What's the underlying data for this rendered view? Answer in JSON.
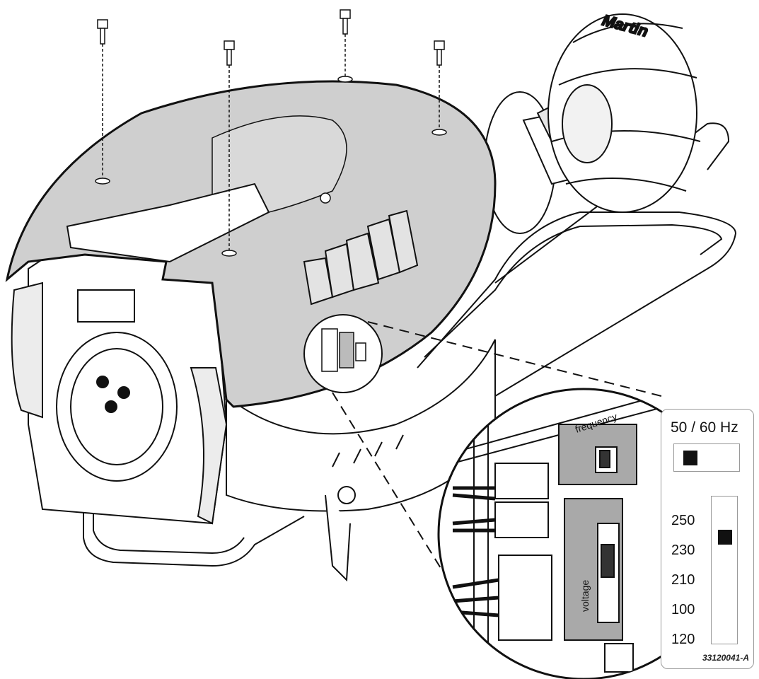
{
  "inset": {
    "frequency_label": "frequency",
    "voltage_label": "voltage"
  },
  "legend": {
    "frequency_title": "50 / 60 Hz",
    "voltage_values": [
      "250",
      "230",
      "210",
      "100",
      "120"
    ],
    "selected_voltage": "230"
  },
  "brand": "Martin",
  "part_number": "33120041-A",
  "colors": {
    "cover_fill": "#cfcfcf",
    "line": "#111111",
    "switch_fill": "#a9a9a9"
  }
}
